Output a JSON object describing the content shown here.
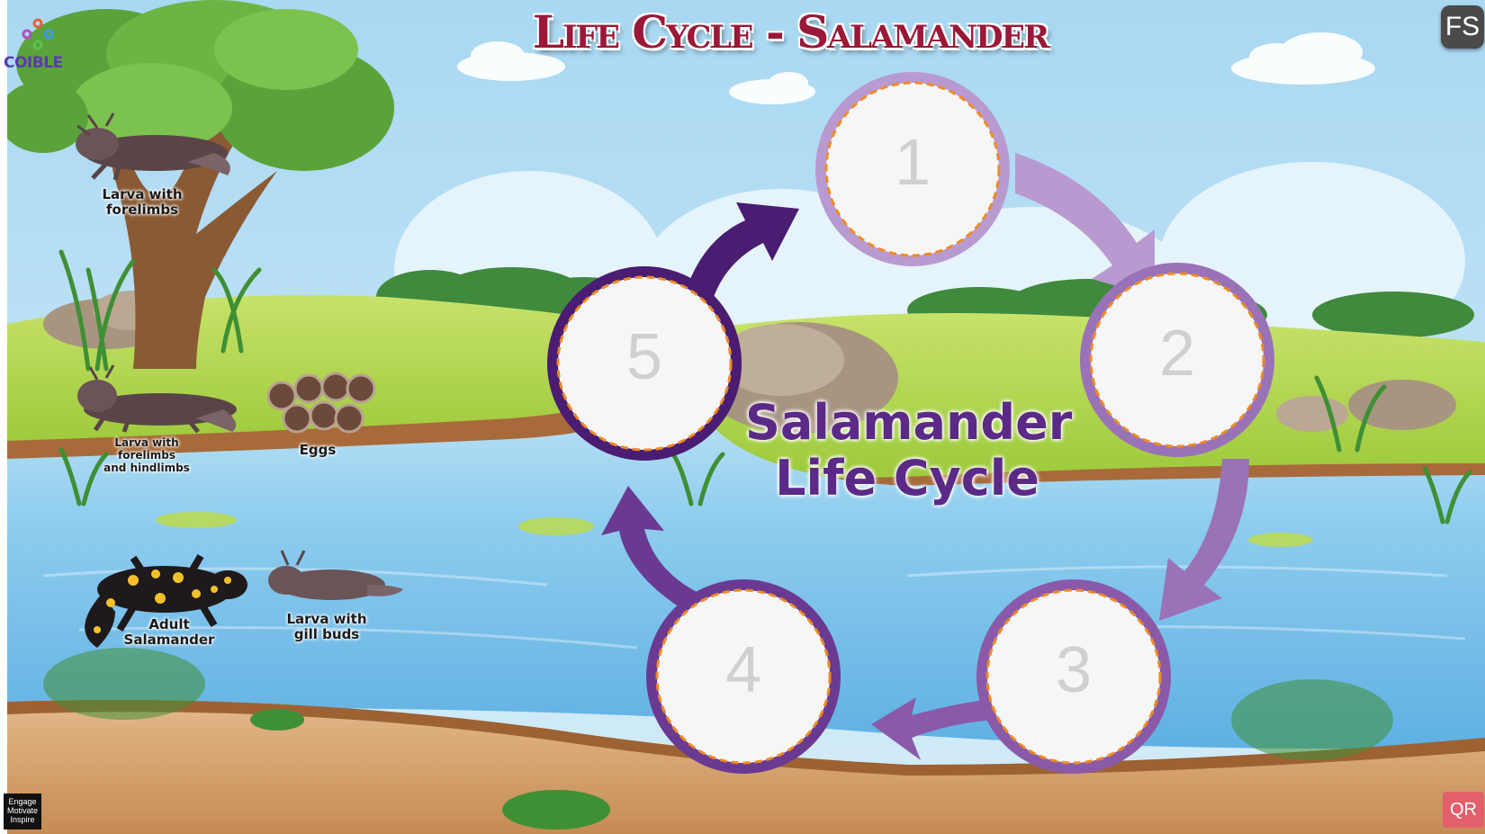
{
  "title": "Life Cycle - Salamander",
  "logo": {
    "text": "COIBLE"
  },
  "center": {
    "line1": "Salamander",
    "line2": "Life Cycle"
  },
  "slots": [
    {
      "number": "1"
    },
    {
      "number": "2"
    },
    {
      "number": "3"
    },
    {
      "number": "4"
    },
    {
      "number": "5"
    }
  ],
  "cards": [
    {
      "label": "Larva with forelimbs",
      "line1": "Larva with",
      "line2": "forelimbs"
    },
    {
      "label": "Larva with forelimbs and hindlimbs",
      "line1": "Larva with",
      "line2": "forelimbs",
      "line3": "and hindlimbs"
    },
    {
      "label": "Eggs"
    },
    {
      "label": "Adult Salamander",
      "line1": "Adult",
      "line2": "Salamander"
    },
    {
      "label": "Larva with gill buds",
      "line1": "Larva with",
      "line2": "gill buds"
    }
  ],
  "buttons": {
    "fullscreen": "FS",
    "qr": "QR"
  },
  "badge": {
    "line1": "Engage",
    "line2": "Motivate",
    "line3": "Inspire"
  },
  "colors": {
    "title": "#9a1838",
    "center_text": "#5b2a86",
    "slot_dash": "#f08a24",
    "arrow_1": "#b99ad0",
    "arrow_2": "#9a72b8",
    "arrow_3": "#8a5aa8",
    "arrow_4": "#6a3a92",
    "arrow_5": "#4a1c72"
  }
}
